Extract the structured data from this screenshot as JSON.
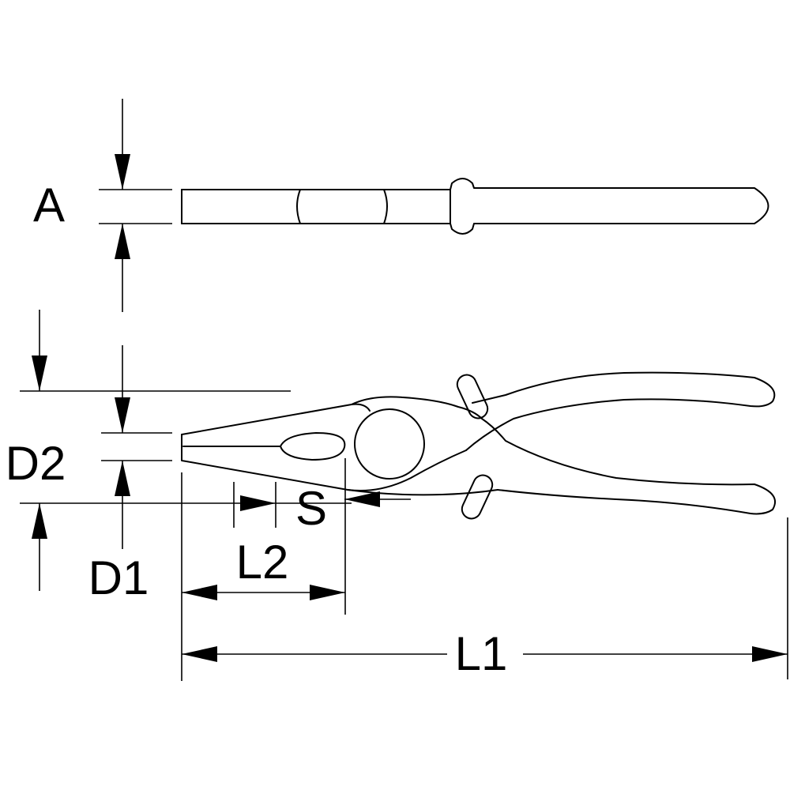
{
  "diagram": {
    "colors": {
      "line": "#000000",
      "background": "#ffffff"
    },
    "labels": {
      "A": "A",
      "D2": "D2",
      "D1": "D1",
      "S": "S",
      "L2": "L2",
      "L1": "L1"
    }
  }
}
